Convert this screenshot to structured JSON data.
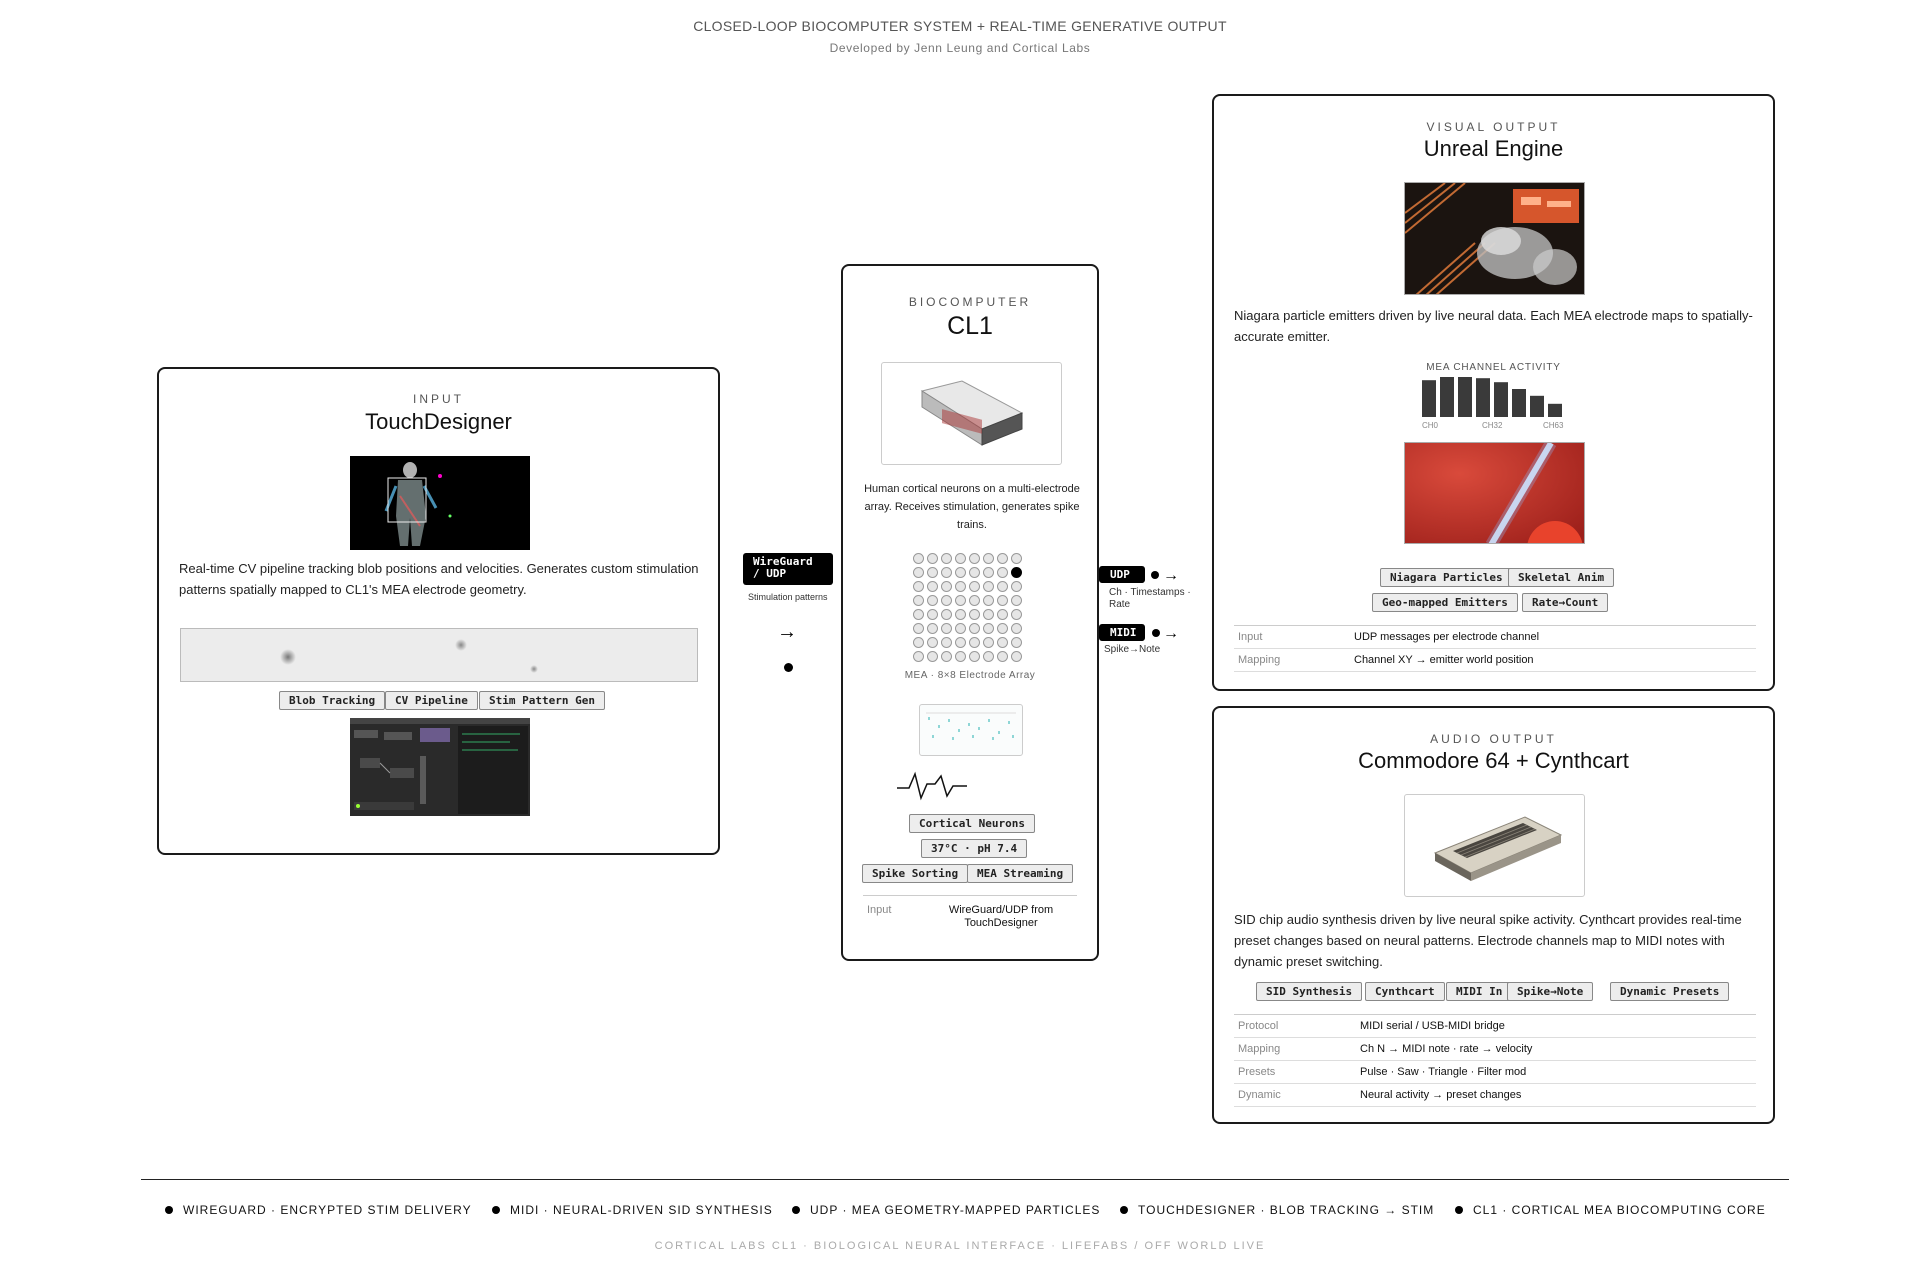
{
  "header": {
    "title": "CLOSED-LOOP BIOCOMPUTER SYSTEM + REAL-TIME GENERATIVE OUTPUT",
    "subtitle": "Developed by Jenn Leung and Cortical Labs"
  },
  "input": {
    "eyebrow": "INPUT",
    "title": "TouchDesigner",
    "description": "Real-time CV pipeline tracking blob positions and velocities. Generates custom stimulation patterns spatially mapped to CL1's MEA electrode geometry.",
    "tags": [
      "Blob Tracking",
      "CV Pipeline",
      "Stim Pattern Gen"
    ]
  },
  "link_in": {
    "badge": "WireGuard / UDP",
    "badge_line1": "WireGuard",
    "badge_line2": "/ UDP",
    "caption": "Stimulation patterns",
    "arrow": "→"
  },
  "cl1": {
    "eyebrow": "BIOCOMPUTER",
    "title": "CL1",
    "description": "Human cortical neurons on a multi-electrode array. Receives stimulation, generates spike trains.",
    "mea_caption": "MEA · 8×8 Electrode Array",
    "tags": [
      "Cortical Neurons",
      "37°C · pH 7.4",
      "Spike Sorting",
      "MEA Streaming"
    ],
    "table": [
      {
        "key": "Input",
        "value": "WireGuard/UDP from TouchDesigner"
      }
    ]
  },
  "link_out": {
    "udp_badge": "UDP",
    "udp_caption_1": "Ch · Timestamps ·",
    "udp_caption_2": "Rate",
    "midi_badge": "MIDI",
    "midi_caption": "Spike→Note",
    "arrow": "→"
  },
  "visual": {
    "eyebrow": "VISUAL OUTPUT",
    "title": "Unreal Engine",
    "description": "Niagara particle emitters driven by live neural data. Each MEA electrode maps to spatially-accurate emitter.",
    "activity_title": "MEA CHANNEL ACTIVITY",
    "activity_values": [
      0.92,
      1.0,
      1.0,
      0.97,
      0.87,
      0.7,
      0.53,
      0.33
    ],
    "activity_labels": [
      "CH0",
      "CH32",
      "CH63"
    ],
    "tags_row1": [
      "Niagara Particles",
      "Skeletal Anim"
    ],
    "tags_row2": [
      "Geo-mapped Emitters",
      "Rate→Count"
    ],
    "table": [
      {
        "key": "Input",
        "value": "UDP messages per electrode channel"
      },
      {
        "key": "Mapping",
        "value": "Channel XY → emitter world position"
      }
    ]
  },
  "audio": {
    "eyebrow": "AUDIO OUTPUT",
    "title": "Commodore 64 + Cynthcart",
    "description": "SID chip audio synthesis driven by live neural spike activity. Cynthcart provides real-time preset changes based on neural patterns. Electrode channels map to MIDI notes with dynamic preset switching.",
    "tags": [
      "SID Synthesis",
      "Cynthcart",
      "MIDI In",
      "Spike→Note",
      "Dynamic Presets"
    ],
    "table": [
      {
        "key": "Protocol",
        "value": "MIDI serial / USB-MIDI bridge"
      },
      {
        "key": "Mapping",
        "value": "Ch N → MIDI note · rate → velocity"
      },
      {
        "key": "Presets",
        "value": "Pulse · Saw · Triangle · Filter mod"
      },
      {
        "key": "Dynamic",
        "value": "Neural activity → preset changes"
      }
    ]
  },
  "legend": [
    "WIREGUARD · ENCRYPTED STIM DELIVERY",
    "MIDI · NEURAL-DRIVEN SID SYNTHESIS",
    "UDP · MEA GEOMETRY-MAPPED PARTICLES",
    "TOUCHDESIGNER · BLOB TRACKING → STIM",
    "CL1 · CORTICAL MEA BIOCOMPUTING CORE"
  ],
  "footer": "CORTICAL LABS CL1 · BIOLOGICAL NEURAL INTERFACE · LIFEFABS / OFF WORLD LIVE",
  "colors": {
    "border": "#1a1a1a",
    "accent_black": "#000000",
    "tag_bg": "#ededed",
    "unreal_red": "#c8302a"
  }
}
